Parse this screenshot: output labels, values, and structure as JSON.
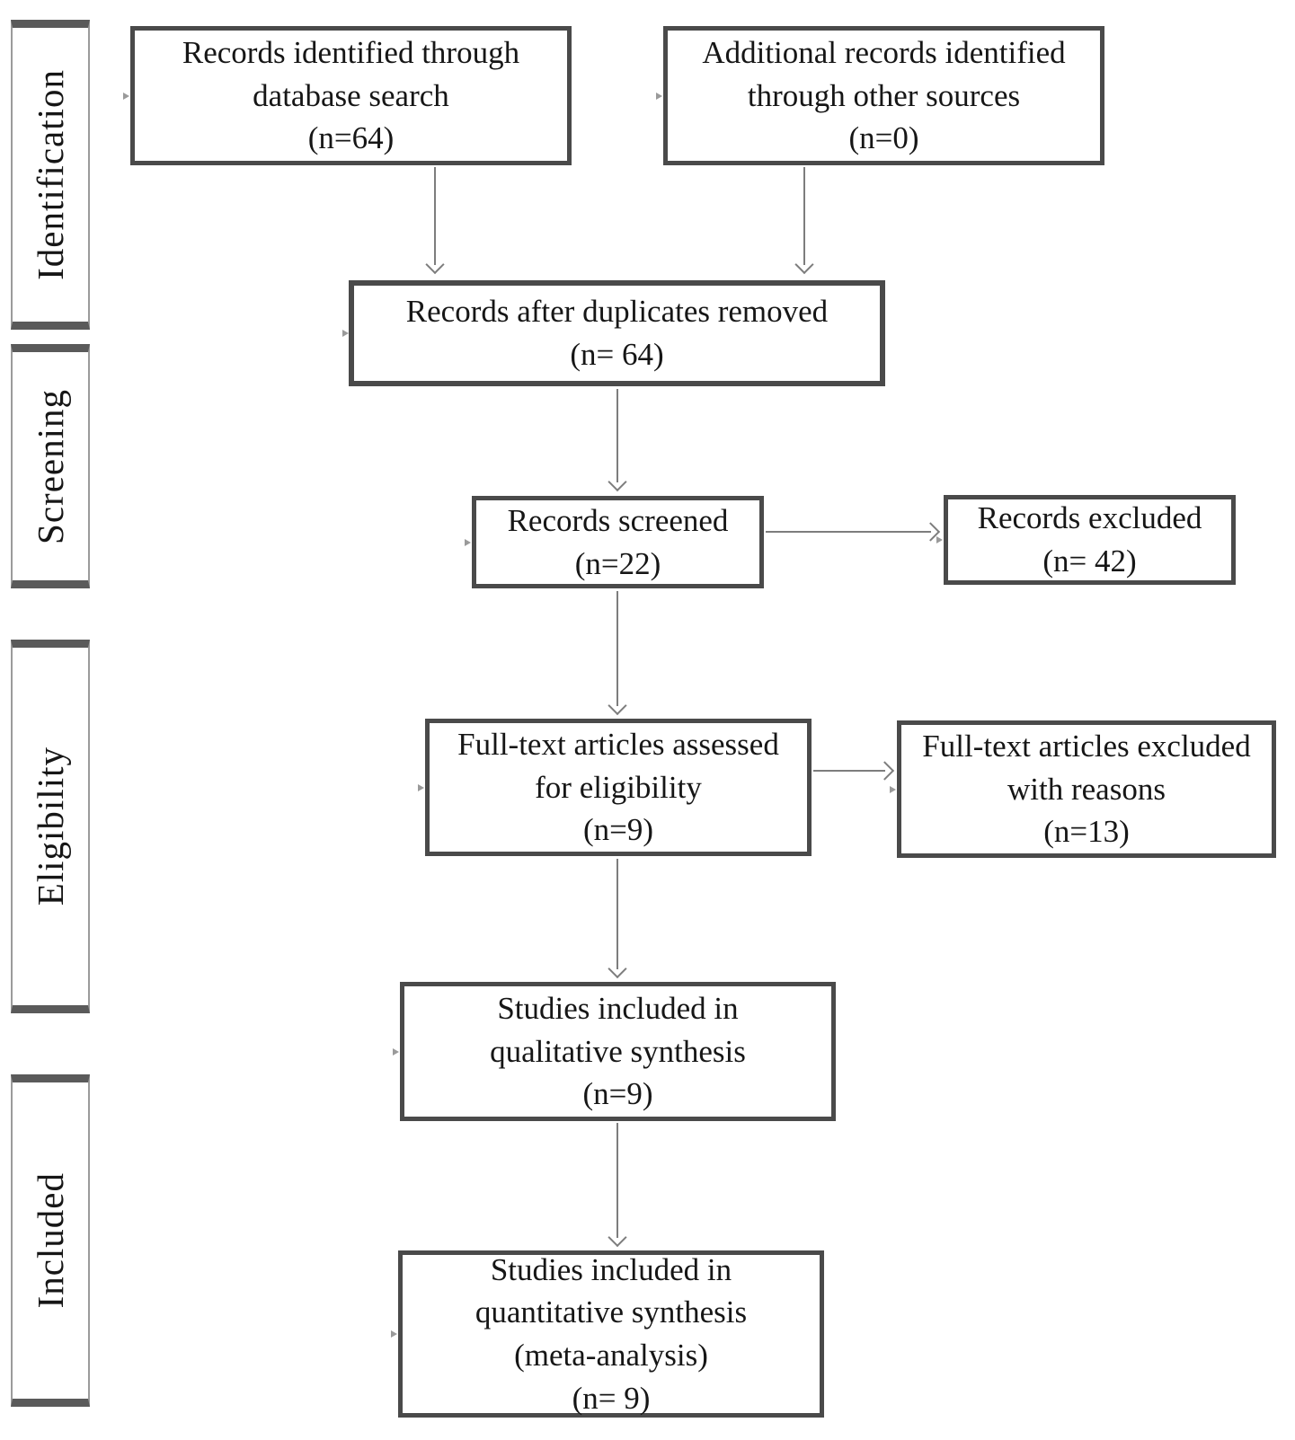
{
  "figure": {
    "kind": "PRISMA systematic review flow diagram"
  },
  "stages": {
    "identification": "Identification",
    "screening": "Screening",
    "eligibility": "Eligibility",
    "included": "Included"
  },
  "flow": {
    "records_identified": {
      "text": "Records identified through\ndatabase search\n(n=64)"
    },
    "additional_records": {
      "text": "Additional records identified\nthrough other sources\n(n=0)"
    },
    "after_duplicates": {
      "text": "Records after duplicates removed\n(n= 64)"
    },
    "records_screened": {
      "text": "Records screened\n(n=22)"
    },
    "records_excluded": {
      "text": "Records excluded\n(n= 42)"
    },
    "fulltext_assessed": {
      "text": "Full-text articles assessed\nfor eligibility\n(n=9)"
    },
    "fulltext_excluded": {
      "text": "Full-text articles excluded\nwith reasons\n(n=13)"
    },
    "qualitative_synthesis": {
      "text": "Studies included in\nqualitative synthesis\n(n=9)"
    },
    "quantitative_synthesis": {
      "text": "Studies included in\nquantitative synthesis\n(meta-analysis)\n(n= 9)"
    }
  },
  "counts": {
    "identified_database": 64,
    "additional_other_sources": 0,
    "after_duplicates_removed": 64,
    "screened": 22,
    "excluded": 42,
    "fulltext_assessed": 9,
    "fulltext_excluded_with_reasons": 13,
    "qualitative_synthesis": 9,
    "quantitative_synthesis": 9
  },
  "colors": {
    "background": "#ffffff",
    "box_border": "#4a4a4a",
    "stage_bar": "#5a5a5a",
    "stage_side_border": "#9b9b9b",
    "arrow": "#7d7d7d",
    "text": "#161616"
  }
}
